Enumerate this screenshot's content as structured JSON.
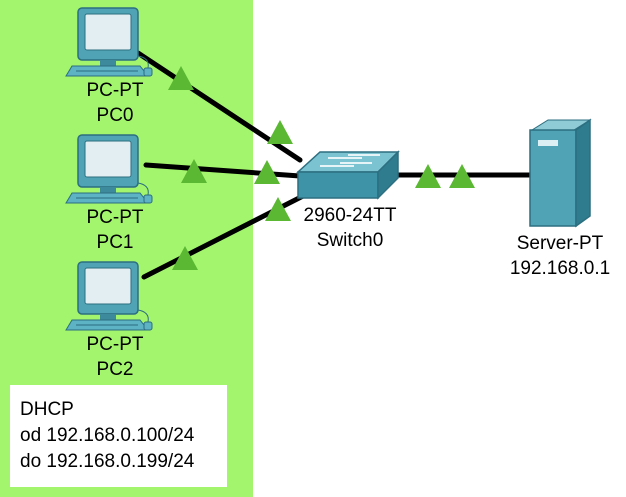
{
  "devices": {
    "pc0": {
      "model": "PC-PT",
      "name": "PC0"
    },
    "pc1": {
      "model": "PC-PT",
      "name": "PC1"
    },
    "pc2": {
      "model": "PC-PT",
      "name": "PC2"
    },
    "switch0": {
      "model": "2960-24TT",
      "name": "Switch0"
    },
    "server": {
      "model": "Server-PT",
      "ip": "192.168.0.1"
    }
  },
  "note": {
    "line1": "DHCP",
    "line2": "od 192.168.0.100/24",
    "line3": "do 192.168.0.199/24"
  },
  "colors": {
    "zone": "#a4f56e",
    "link_up": "#5bb832",
    "cable": "#000000",
    "device": "#4fa3b5"
  },
  "icons": {
    "pc": "pc-icon",
    "switch": "switch-icon",
    "server": "server-icon",
    "link_status": "triangle-link-up-icon"
  }
}
